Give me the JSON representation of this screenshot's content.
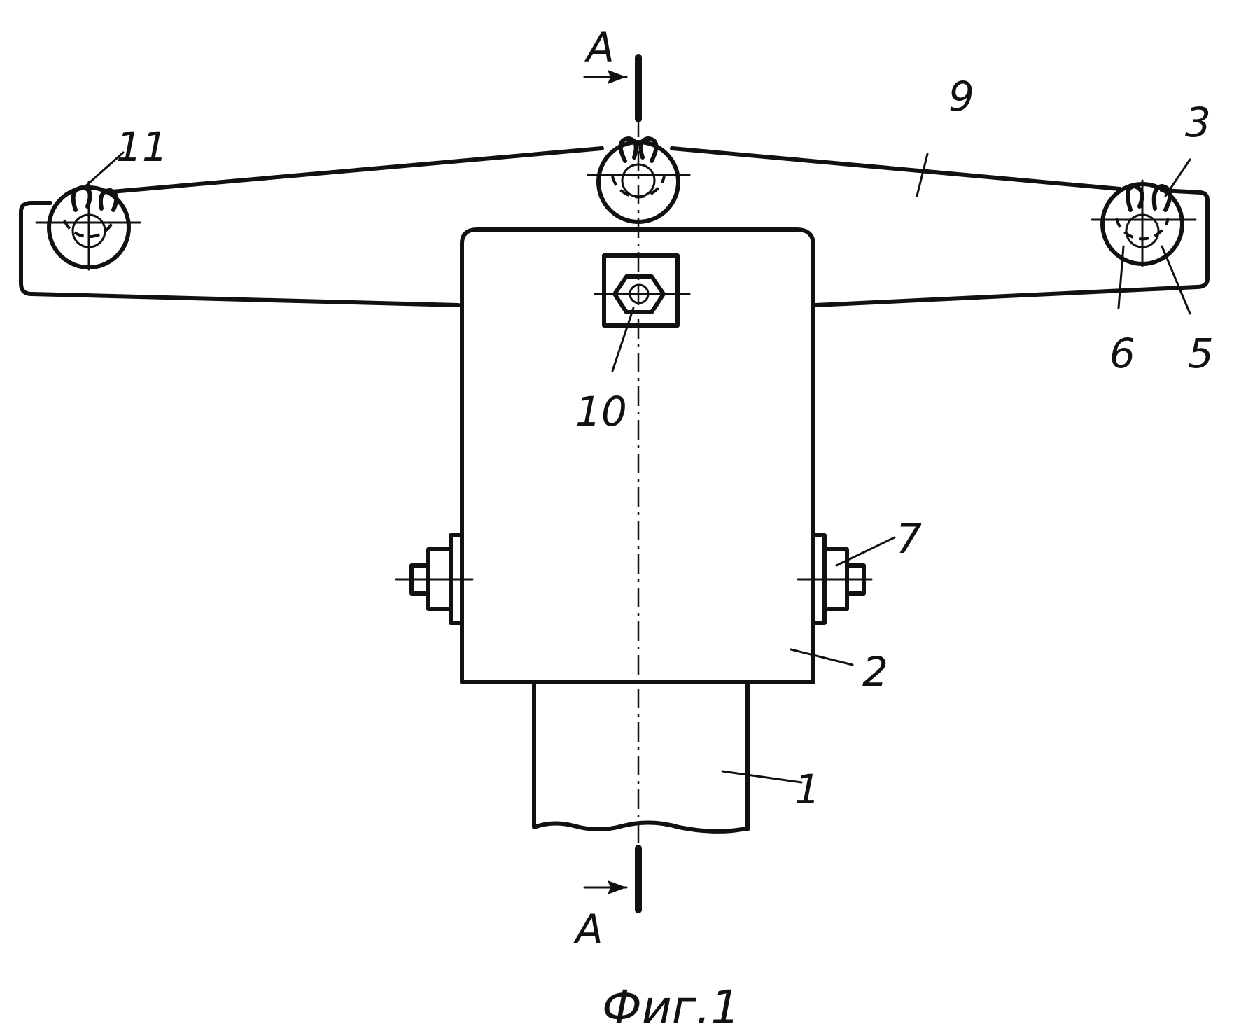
{
  "section_marks": {
    "top": "A",
    "bottom": "A"
  },
  "labels": {
    "l1": "1",
    "l2": "2",
    "l3": "3",
    "l5": "5",
    "l6": "6",
    "l7": "7",
    "l9": "9",
    "l10": "10",
    "l11": "11"
  },
  "caption": "Фиг.1"
}
